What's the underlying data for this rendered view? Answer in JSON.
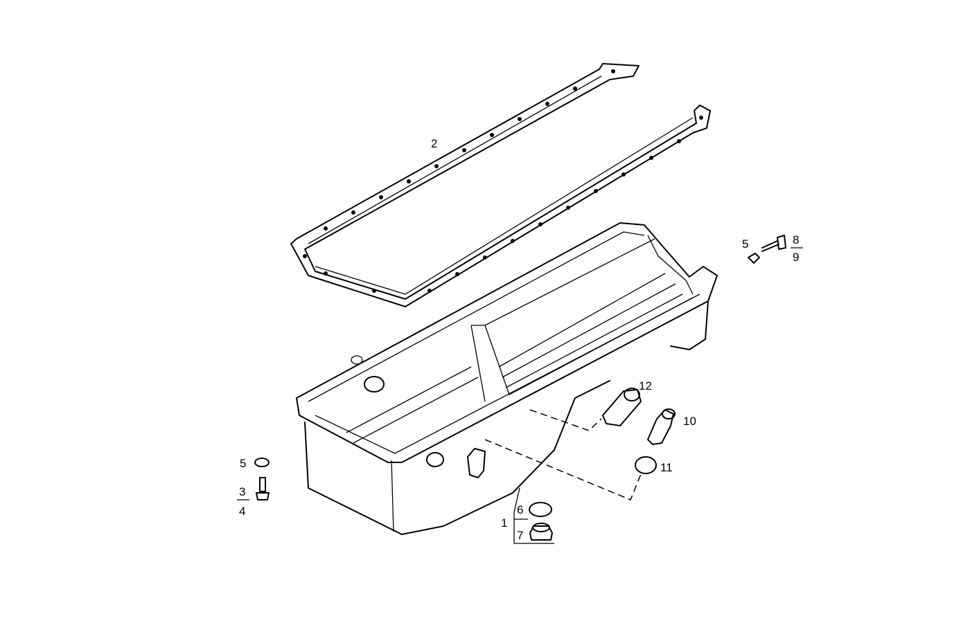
{
  "diagram": {
    "parts": {
      "gasket": "2",
      "washer_right": "5",
      "bolt_right_a": "8",
      "bolt_right_b": "9",
      "fitting": "12",
      "sensor": "10",
      "sensor_ring": "11",
      "washer_left": "5",
      "bolt_left_a": "3",
      "bolt_left_b": "4",
      "oil_pan": "1",
      "drain_seal": "6",
      "drain_plug": "7"
    }
  }
}
